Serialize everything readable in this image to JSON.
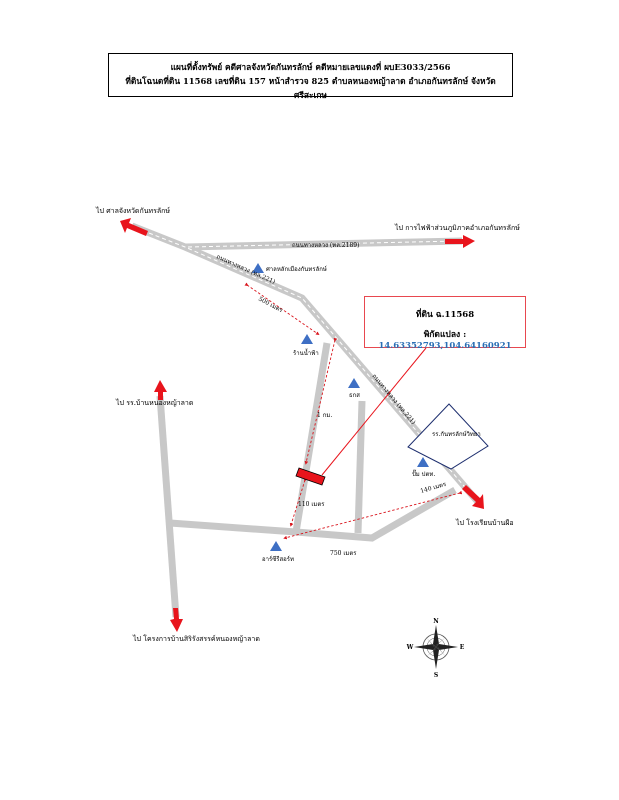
{
  "title": {
    "line1": "แผนที่ตั้งทรัพย์ คดีศาลจังหวัดกันทรลักษ์ คดีหมายเลขแดงที่ ผบE3033/2566",
    "line2": "ที่ดินโฉนดที่ดิน 11568 เลขที่ดิน 157 หน้าสำรวจ 825 ตำบลหนองหญ้าลาด อำเภอกันทรลักษ์ จังหวัดศรีสะเกษ"
  },
  "info": {
    "parcel": "ที่ดิน ฉ.11568",
    "coord_label": "พิกัดแปลง :",
    "coord_value": "14.63352793,104.64160921"
  },
  "destinations": {
    "nw": "ไป ศาลจังหวัดกันทรลักษ์",
    "ne": "ไป การไฟฟ้าส่วนภูมิภาคอำเภอกันทรลักษ์",
    "se": "ไป โรงเรียนบ้านผือ",
    "w": "ไป รร.บ้านหนองหญ้าลาด",
    "sw": "ไป โครงการบ้านสิริรังสรรค์หนองหญ้าลาด"
  },
  "roads": {
    "top": "ถนนทางหลวง (ทล.2189)",
    "diag1": "ถนนทางหลวง (ทล.221)",
    "diag2": "ถนนทางหลวง (ทล.221)"
  },
  "landmarks": {
    "shrine": "ศาลหลักเมืองกันทรลักษ์",
    "shop": "ร้านน้ำฟ้า",
    "bank": "ธกส",
    "gas": "ปั๊ม ปตท.",
    "resort": "อาร์ซีรีสอร์ท",
    "school": "รร.กันทรลักษ์วิทยา"
  },
  "distances": {
    "d500": "500 เมตร",
    "d1km": "1 กม.",
    "d110": "110 เมตร",
    "d750": "750 เมตร",
    "d140": "140 เมตร"
  },
  "compass": {
    "n": "N",
    "e": "E",
    "s": "S",
    "w": "W"
  },
  "colors": {
    "road": "#c8c8c8",
    "arrow": "#e8141c",
    "landmark": "#3e6fc4",
    "dash": "#d9141c",
    "parcel": "#e8141c"
  }
}
